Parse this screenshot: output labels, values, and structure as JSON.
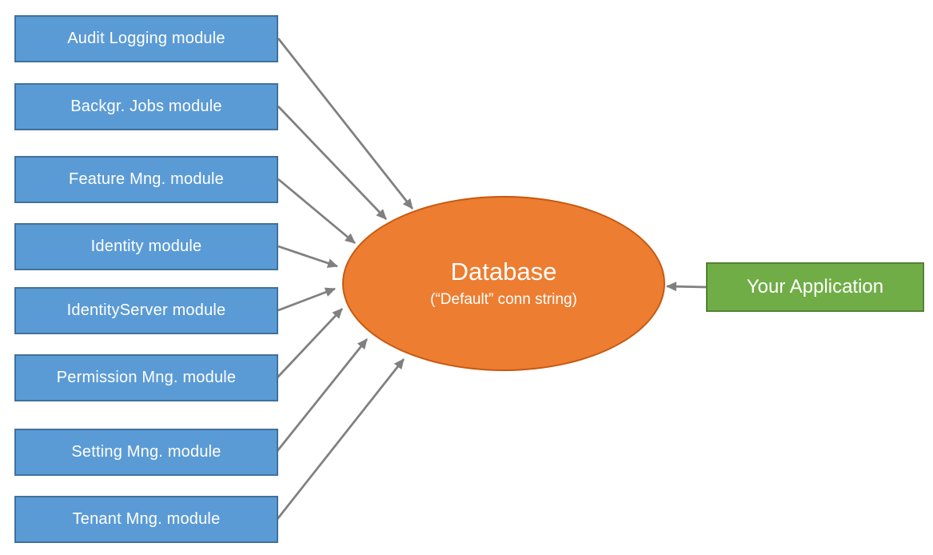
{
  "modules": [
    {
      "label": "Audit Logging module"
    },
    {
      "label": "Backgr. Jobs module"
    },
    {
      "label": "Feature Mng. module"
    },
    {
      "label": "Identity module"
    },
    {
      "label": "IdentityServer module"
    },
    {
      "label": "Permission Mng. module"
    },
    {
      "label": "Setting Mng. module"
    },
    {
      "label": "Tenant Mng. module"
    }
  ],
  "database": {
    "title": "Database",
    "subtitle": "(“Default” conn string)"
  },
  "application": {
    "label": "Your Application"
  },
  "edges": [
    {
      "from": "Audit Logging module",
      "to": "Database"
    },
    {
      "from": "Backgr. Jobs module",
      "to": "Database"
    },
    {
      "from": "Feature Mng. module",
      "to": "Database"
    },
    {
      "from": "Identity module",
      "to": "Database"
    },
    {
      "from": "IdentityServer module",
      "to": "Database"
    },
    {
      "from": "Permission Mng. module",
      "to": "Database"
    },
    {
      "from": "Setting Mng. module",
      "to": "Database"
    },
    {
      "from": "Tenant Mng. module",
      "to": "Database"
    },
    {
      "from": "Your Application",
      "to": "Database"
    }
  ],
  "colors": {
    "module_fill": "#5B9BD5",
    "module_border": "#41719C",
    "database_fill": "#ED7D31",
    "database_border": "#C55A11",
    "application_fill": "#70AD47",
    "application_border": "#548235",
    "arrow": "#808080",
    "text": "#FFFFFF",
    "background": "#FFFFFF"
  }
}
